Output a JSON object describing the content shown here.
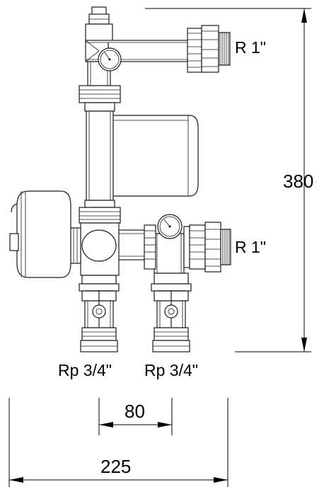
{
  "labels": {
    "thread_top": "R 1\"",
    "thread_mid": "R 1\"",
    "port_left": "Rp 3/4\"",
    "port_right": "Rp 3/4\""
  },
  "dimensions": {
    "height": "380",
    "spacing": "80",
    "width": "225"
  }
}
